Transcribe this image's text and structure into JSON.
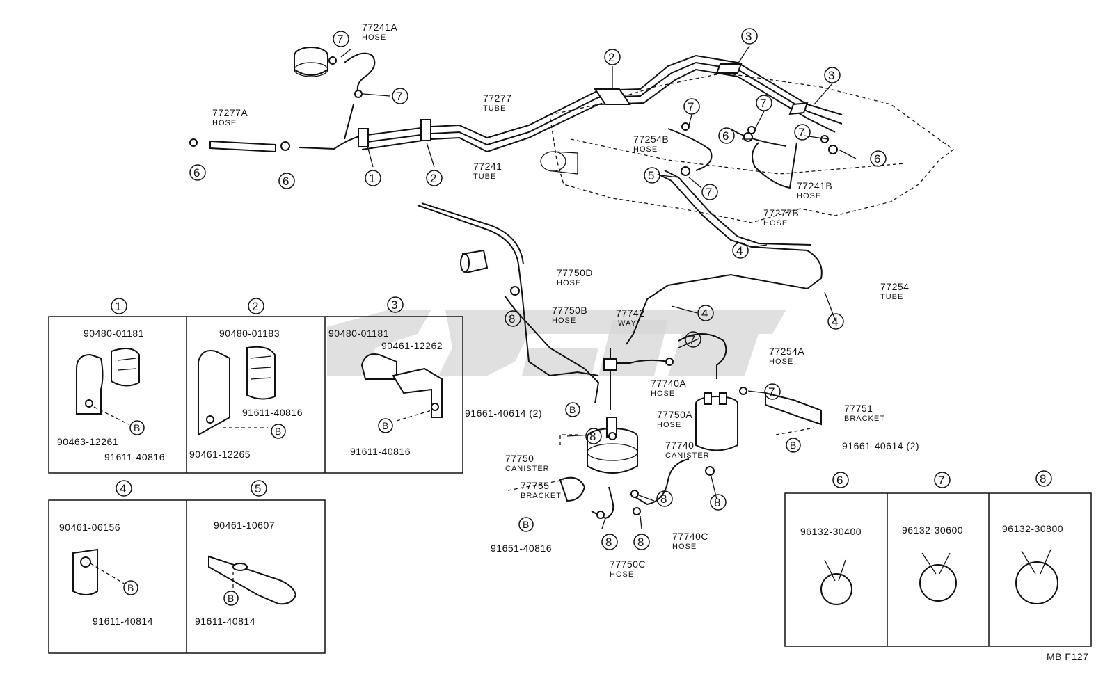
{
  "callouts": {
    "c1": "1",
    "c2": "2",
    "c3": "3",
    "c4": "4",
    "c5": "5",
    "c6": "6",
    "c7": "7",
    "c8": "8",
    "b": "B"
  },
  "labels": {
    "p77241A": "77241A",
    "hose": "HOSE",
    "tube": "TUBE",
    "way": "WAY",
    "canister": "CANISTER",
    "bracket": "BRACKET",
    "p77277A": "77277A",
    "p77277": "77277",
    "p77241": "77241",
    "p77254B": "77254B",
    "p77241B": "77241B",
    "p77277B": "77277B",
    "p77750D": "77750D",
    "p77254": "77254",
    "p77750B": "77750B",
    "p77742": "77742",
    "p77254A": "77254A",
    "p77740A": "77740A",
    "p77750A": "77750A",
    "p77751": "77751",
    "p77740": "77740",
    "p77750": "77750",
    "p77755": "77755",
    "p77740C": "77740C",
    "p77750C": "77750C",
    "p91661_2": "91661-40614 (2)",
    "p91651": "91651-40816",
    "b1_top": "90480-01181",
    "b1_bot1": "90463-12261",
    "b1_bot2": "91611-40816",
    "b2_top": "90480-01183",
    "b2_mid": "91611-40816",
    "b2_bot": "90461-12265",
    "b3_top1": "90480-01181",
    "b3_top2": "90461-12262",
    "b3_bot": "91611-40816",
    "b4_top": "90461-06156",
    "b4_bot": "91611-40814",
    "b5_top": "90461-10607",
    "b5_bot": "91611-40814",
    "b6": "96132-30400",
    "b7": "96132-30600",
    "b8": "96132-30800",
    "code": "MB F127"
  }
}
